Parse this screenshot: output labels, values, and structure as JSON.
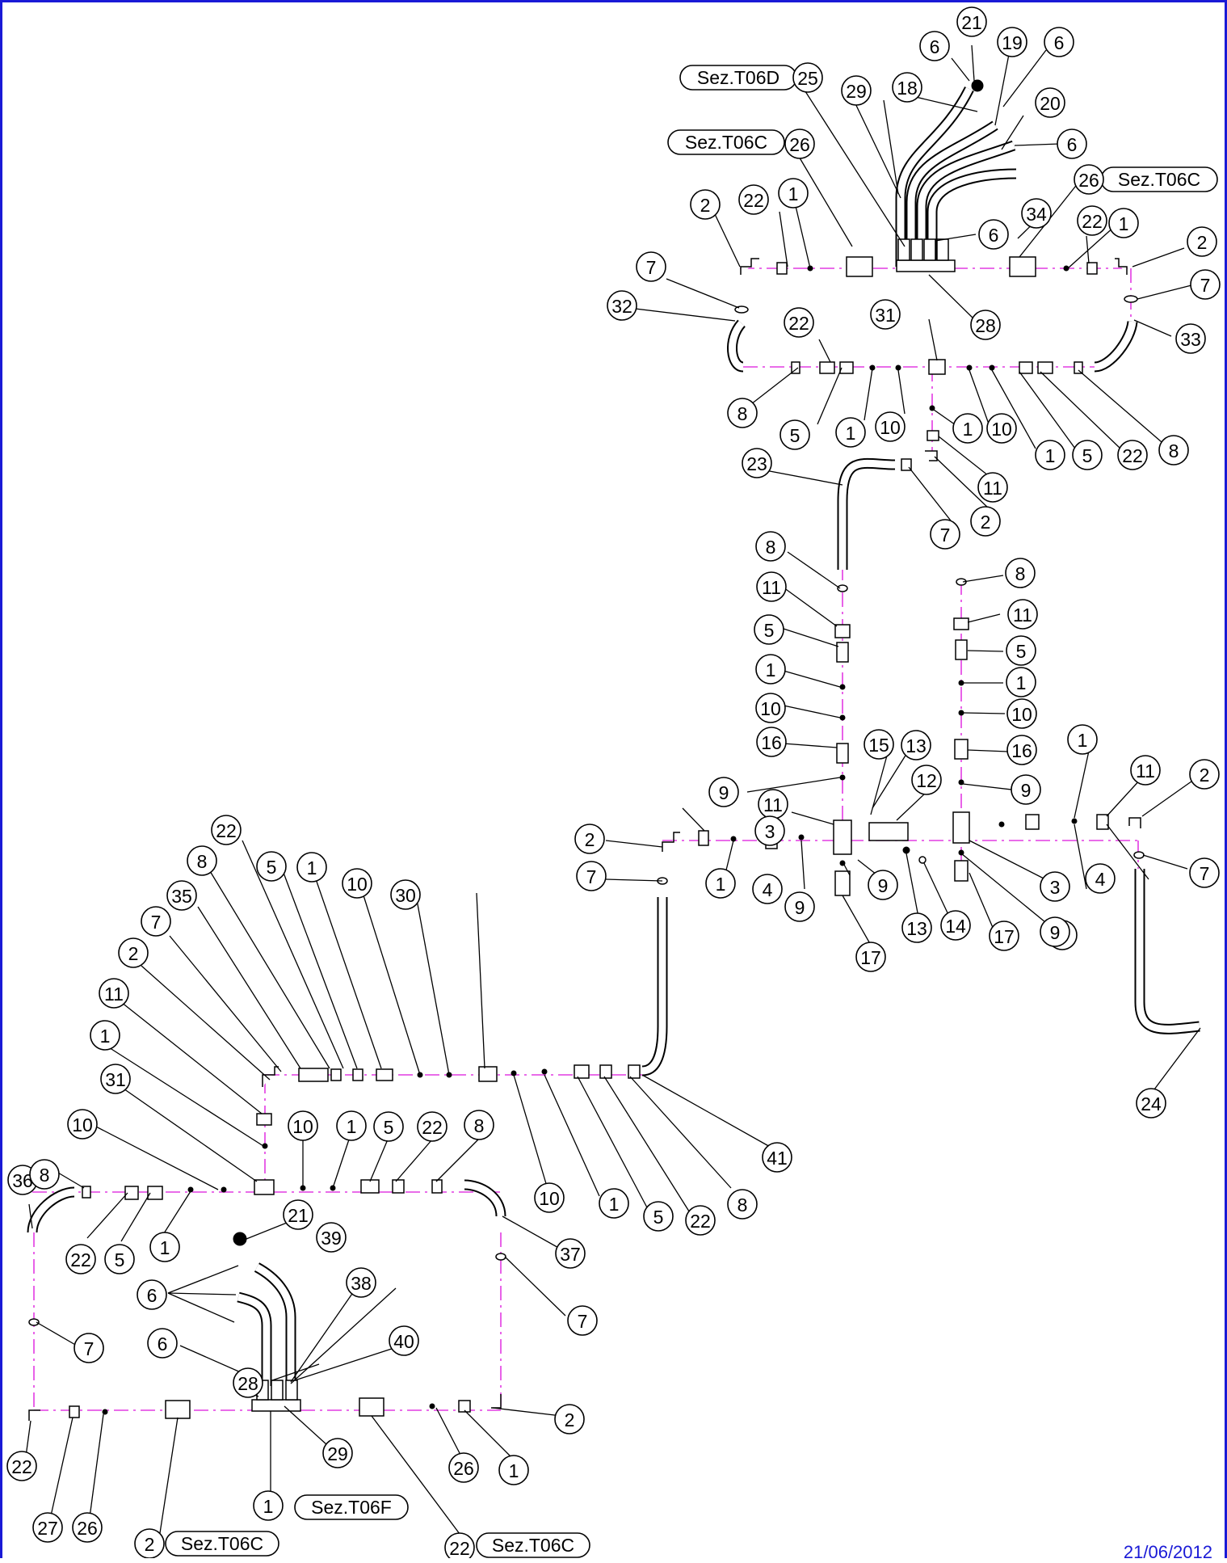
{
  "section_labels": {
    "t06d_top": "Sez.T06D",
    "t06c_top_left": "Sez.T06C",
    "t06c_top_right": "Sez.T06C",
    "t06f_bottom": "Sez.T06F",
    "t06c_bottom_left": "Sez.T06C",
    "t06c_bottom_right": "Sez.T06C"
  },
  "date_text": "21/06/2012",
  "colors": {
    "frame": "#1a1ad6",
    "axis": "#e23be2",
    "line": "#000000"
  },
  "balloons": [
    "21",
    "6",
    "19",
    "6",
    "29",
    "18",
    "20",
    "6",
    "26",
    "26",
    "34",
    "6",
    "25",
    "28",
    "2",
    "22",
    "1",
    "1",
    "22",
    "2",
    "7",
    "7",
    "32",
    "33",
    "22",
    "31",
    "8",
    "5",
    "1",
    "10",
    "1",
    "10",
    "1",
    "5",
    "22",
    "8",
    "23",
    "11",
    "2",
    "7",
    "8",
    "11",
    "5",
    "1",
    "10",
    "16",
    "9",
    "15",
    "13",
    "12",
    "11",
    "2",
    "7",
    "1",
    "4",
    "9",
    "3",
    "9",
    "17",
    "13",
    "14",
    "8",
    "11",
    "5",
    "1",
    "10",
    "16",
    "9",
    "1",
    "11",
    "2",
    "7",
    "3",
    "9",
    "4",
    "17",
    "9",
    "24",
    "22",
    "8",
    "5",
    "1",
    "10",
    "30",
    "35",
    "7",
    "2",
    "11",
    "1",
    "31",
    "10",
    "10",
    "1",
    "5",
    "22",
    "8",
    "36",
    "8",
    "22",
    "5",
    "1",
    "21",
    "39",
    "38",
    "6",
    "40",
    "6",
    "28",
    "29",
    "37",
    "7",
    "7",
    "2",
    "22",
    "1",
    "26",
    "27",
    "26",
    "2",
    "1",
    "22",
    "10",
    "1",
    "5",
    "22",
    "8",
    "41"
  ]
}
